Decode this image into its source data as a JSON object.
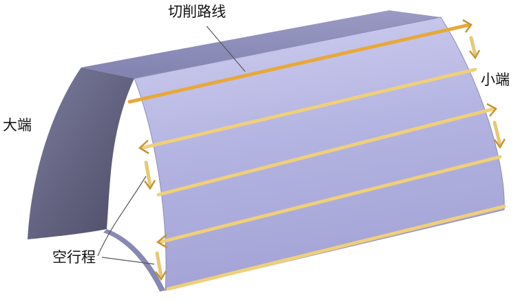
{
  "labels": {
    "cut_path": "切削路线",
    "small_end": "小端",
    "large_end": "大端",
    "idle_stroke": "空行程"
  },
  "colors": {
    "surface_light": "#c6c6ec",
    "surface_mid": "#a9a9dc",
    "surface_dark": "#6d6d8e",
    "end_face": "#55556f",
    "cut_path": "#e8a838",
    "idle_path": "#e8c874",
    "leader": "#555555"
  }
}
